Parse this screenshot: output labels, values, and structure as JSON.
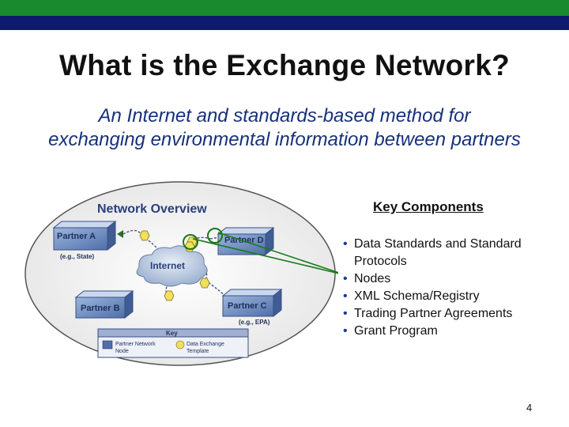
{
  "slide": {
    "title": "What is the Exchange Network?",
    "subtitle_line1": "An Internet and standards-based method for",
    "subtitle_line2": "exchanging environmental information between partners",
    "page_number": "4"
  },
  "diagram": {
    "heading": "Network Overview",
    "partner_a": "Partner A",
    "partner_a_note": "(e.g., State)",
    "partner_b": "Partner B",
    "partner_c": "Partner C",
    "partner_c_note": "(e.g., EPA)",
    "partner_d": "Partner D",
    "cloud_label": "Internet",
    "key_title": "Key",
    "key_item1_line1": "Partner Network",
    "key_item1_line2": "Node",
    "key_item2_line1": "Data Exchange",
    "key_item2_line2": "Template"
  },
  "key_components": {
    "heading": "Key Components",
    "items": [
      "Data Standards and Standard Protocols",
      "Nodes",
      "XML Schema/Registry",
      "Trading Partner Agreements",
      "Grant Program"
    ]
  },
  "colors": {
    "green_band": "#1a8a2e",
    "navy_band": "#0e1a6e",
    "subtitle": "#17307a",
    "connector": "#1a7a1a",
    "template_yellow": "#f2e05a"
  }
}
